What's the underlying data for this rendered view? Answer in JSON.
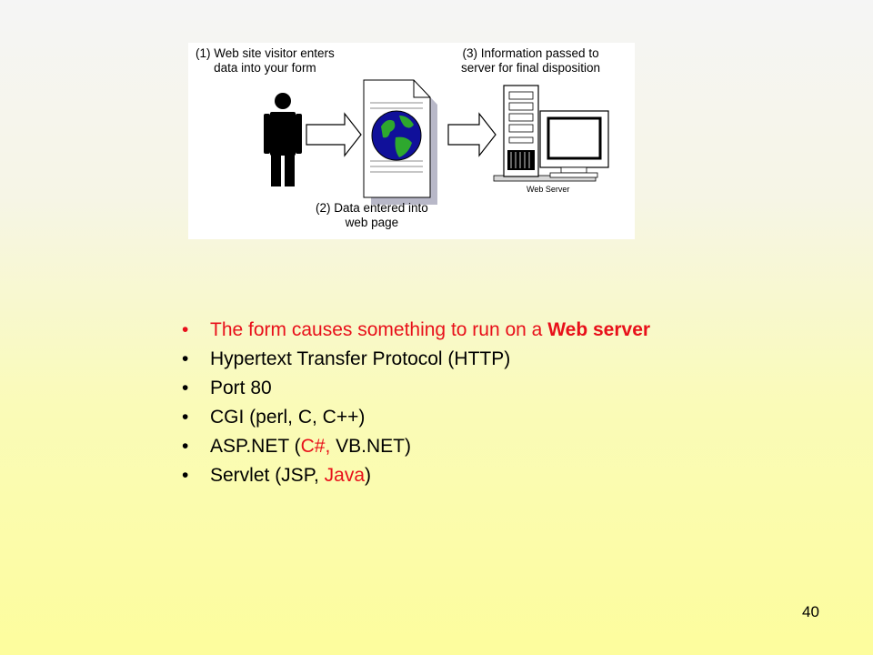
{
  "diagram": {
    "caption_visitor": [
      "(1) Web site visitor enters",
      "data into your form"
    ],
    "caption_data_entered": [
      "(2) Data entered into",
      "web page"
    ],
    "caption_information": [
      "(3) Information passed to",
      "server for final disposition"
    ],
    "server_label": "Web Server",
    "icons": [
      "person-icon",
      "arrow-right-icon",
      "web-page-globe-icon",
      "arrow-right-icon",
      "web-server-icon"
    ]
  },
  "bullets": [
    {
      "parts": [
        {
          "text": "The form causes something to run on a ",
          "color": "#e8101a"
        },
        {
          "text": "Web server",
          "color": "#e8101a",
          "bold": true
        }
      ]
    },
    {
      "parts": [
        {
          "text": "Hypertext Transfer Protocol (HTTP)"
        }
      ]
    },
    {
      "parts": [
        {
          "text": "Port 80"
        }
      ]
    },
    {
      "parts": [
        {
          "text": "CGI (perl, C, C++)"
        }
      ]
    },
    {
      "parts": [
        {
          "text": "ASP.NET ("
        },
        {
          "text": "C#,",
          "color": "#e8101a"
        },
        {
          "text": " VB.NET)"
        }
      ]
    },
    {
      "parts": [
        {
          "text": "Servlet (JSP, "
        },
        {
          "text": "Java",
          "color": "#e8101a"
        },
        {
          "text": ")"
        }
      ]
    }
  ],
  "bullet_glyph": "•",
  "page_number": "40",
  "colors": {
    "accent": "#e8101a",
    "globe": "#10109a",
    "page_background_top": "#f5f5f5",
    "page_background_bottom": "#fdfd9d"
  }
}
